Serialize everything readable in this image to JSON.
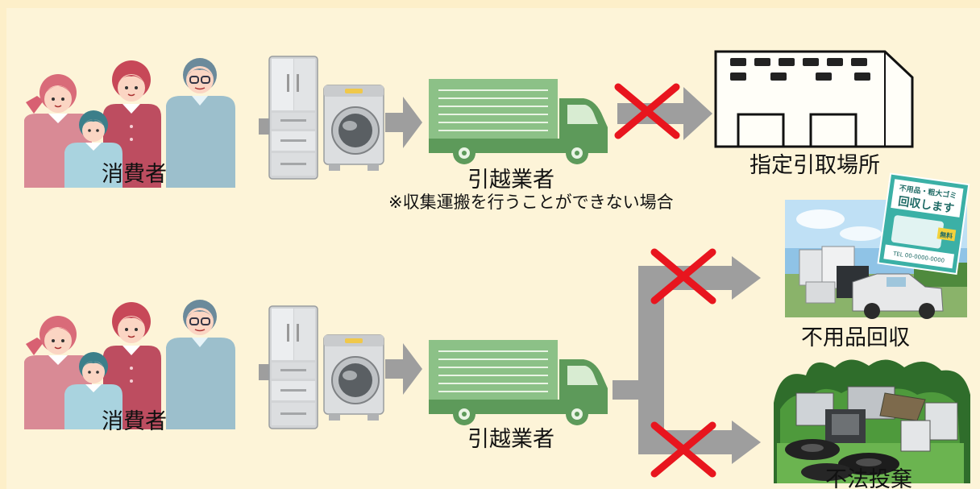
{
  "colors": {
    "background": "#fdf4d8",
    "border": "#fdefc9",
    "arrow": "#9e9e9e",
    "cross": "#e8151e",
    "truck": "#5d9a5a",
    "truck_panel": "#8cc187"
  },
  "icons": [
    "family-icon",
    "refrigerator-icon",
    "washing-machine-icon",
    "truck-icon",
    "factory-icon",
    "cross-icon",
    "junk-collection-photo",
    "illegal-dumping-photo"
  ],
  "top_row": {
    "consumer_label": "消費者",
    "mover_label": "引越業者",
    "mover_note": "※収集運搬を行うことができない場合",
    "destination_label": "指定引取場所"
  },
  "bottom_row": {
    "consumer_label": "消費者",
    "mover_label": "引越業者",
    "junk_label": "不用品回収",
    "dumping_label": "不法投棄"
  },
  "flyer": {
    "headline_1": "不用品・粗大ゴミ",
    "headline_2": "回収します",
    "badge": "無料",
    "phone": "TEL 00-0000-0000"
  }
}
